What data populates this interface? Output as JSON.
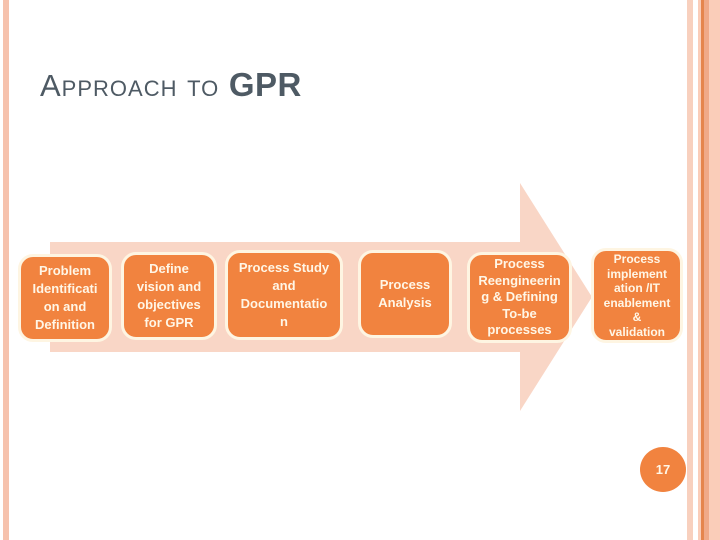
{
  "slide": {
    "title": {
      "prefix": "Approach to ",
      "acronym": "GPR"
    },
    "page_number": "17"
  },
  "process_steps": [
    {
      "label": "Problem\nIdentificati\non and\nDefinition"
    },
    {
      "label": "Define\nvision and\nobjectives\nfor GPR"
    },
    {
      "label": "Process Study\nand\nDocumentatio\nn"
    },
    {
      "label": "Process\nAnalysis"
    },
    {
      "label": "Process\nReengineerin\ng & Defining\nTo-be\nprocesses"
    },
    {
      "label": "Process\nimplement\nation /IT\nenablement\n&\nvalidation"
    }
  ],
  "arrow": {
    "direction": "right"
  },
  "colors": {
    "accent_orange": "#F1833F",
    "border_cream": "#FEF5E2",
    "text_cream": "#FFF6E6",
    "arrow_peach": "#F9D6C6",
    "stripe_pink": "#F6C2AD",
    "band_pink": "#FACDB9",
    "band_line_dark": "#E5854D",
    "band_line_mid": "#F0A988",
    "title_gray": "#4E5A64"
  }
}
